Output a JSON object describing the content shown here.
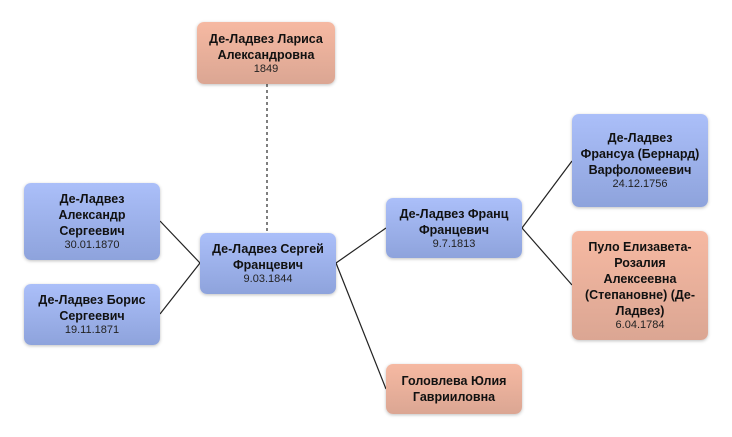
{
  "colors": {
    "male": "#9fb3ee",
    "female": "#eeb09c",
    "link": "#222222"
  },
  "nodes": {
    "larisa": {
      "name": "Де-Ладвез Лариса Александровна",
      "date": "1849"
    },
    "alexandr": {
      "name": "Де-Ладвез Александр Сергеевич",
      "date": "30.01.1870"
    },
    "boris": {
      "name": "Де-Ладвез Борис Сергеевич",
      "date": "19.11.1871"
    },
    "sergey": {
      "name": "Де-Ладвез Сергей Францевич",
      "date": "9.03.1844"
    },
    "franz": {
      "name": "Де-Ладвез Франц Францевич",
      "date": "9.7.1813"
    },
    "francois": {
      "name": "Де-Ладвез Франсуа (Бернард) Варфоломеевич",
      "date": "24.12.1756"
    },
    "pulo": {
      "name": "Пуло Елизавета-Розалия Алексеевна (Степановне) (Де-Ладвез)",
      "date": "6.04.1784"
    },
    "golovleva": {
      "name": "Головлева Юлия Гаврииловна"
    }
  }
}
